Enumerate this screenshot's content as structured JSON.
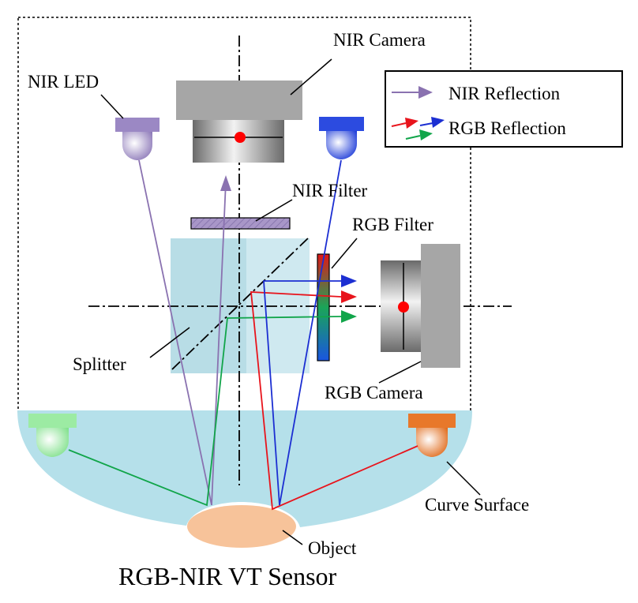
{
  "labels": {
    "nir_camera": "NIR Camera",
    "nir_led": "NIR LED",
    "nir_filter": "NIR Filter",
    "rgb_filter": "RGB Filter",
    "splitter": "Splitter",
    "rgb_camera": "RGB Camera",
    "curve_surface": "Curve Surface",
    "object": "Object",
    "title": "RGB-NIR VT Sensor"
  },
  "legend": {
    "nir_reflection": "NIR Reflection",
    "rgb_reflection": "RGB Reflection"
  },
  "colors": {
    "nir_ray": "#8a72b0",
    "red_ray": "#e8141c",
    "green_ray": "#11a54a",
    "blue_ray": "#1c2fd2",
    "splitter": "#b8dde6",
    "curve_surface": "#b5e0ea",
    "object": "#f7c39a",
    "camera_body": "#a6a6a6",
    "focal_point": "#ff0000"
  }
}
